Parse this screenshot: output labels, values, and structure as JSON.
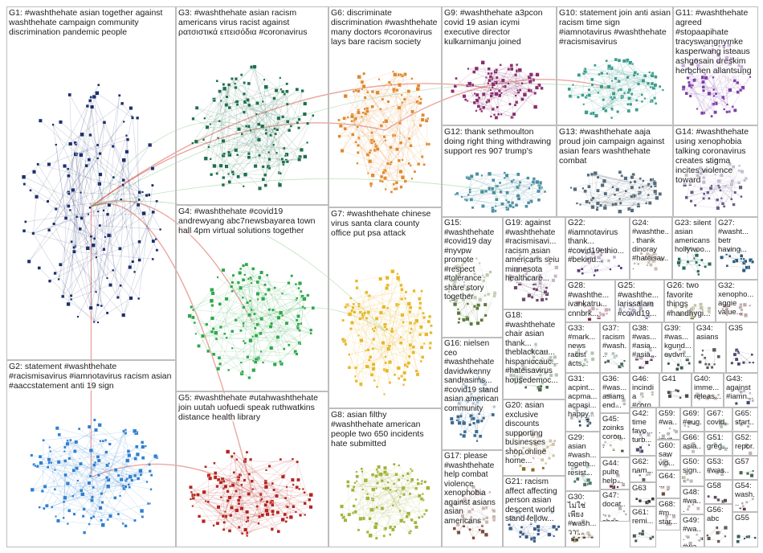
{
  "graph": {
    "groups": [
      {
        "id": "G1",
        "label": "G1: #washthehate asian together against washthehate campaign community discrimination pandemic people",
        "color": "#1d2f6b"
      },
      {
        "id": "G2",
        "label": "G2: statement #washthehate #racismisavirus #iamnotavirus racism asian #aaccstatement anti 19 sign",
        "color": "#2f7fd1"
      },
      {
        "id": "G3",
        "label": "G3: #washthehate asian racism americans virus racist against ρατσιστικά επεισόδια #coronavirus",
        "color": "#1f6f4d"
      },
      {
        "id": "G4",
        "label": "G4: #washthehate #covid19 andrewyang abc7newsbayarea town hall 4pm virtual solutions together",
        "color": "#2fa84a"
      },
      {
        "id": "G5",
        "label": "G5: #washthehate #utahwashthehate join uutah uofuedi speak ruthwatkins distance health library",
        "color": "#b5241f"
      },
      {
        "id": "G6",
        "label": "G6: discriminate discrimination #washthehate many doctors #coronavirus lays bare racism society",
        "color": "#e08a2e"
      },
      {
        "id": "G7",
        "label": "G7: #washthehate chinese virus santa clara county office put psa attack",
        "color": "#e6b82a"
      },
      {
        "id": "G8",
        "label": "G8: asian filthy #washthehate american people two 650 incidents hate submitted",
        "color": "#a3b23a"
      },
      {
        "id": "G9",
        "label": "G9: #washthehate a3pcon covid 19 asian icymi executive director kulkarnimanju joined",
        "color": "#8a2e6e"
      },
      {
        "id": "G10",
        "label": "G10: statement join anti asian racism time sign #iamnotavirus #washthehate #racismisavirus",
        "color": "#3a9c8c"
      },
      {
        "id": "G11",
        "label": "G11: #washthehate agreed #stopaapihate tracyswangnymke kasperwang isteaus ashgosain dreskim herbchen allantsung",
        "color": "#7e3fa8"
      },
      {
        "id": "G12",
        "label": "G12: thank sethmoulton doing right thing withdrawing support res 907 trump's",
        "color": "#4a8fa0"
      },
      {
        "id": "G13",
        "label": "G13: #washthehate aaja proud join campaign against asian fears washthehate combat",
        "color": "#556b7a"
      },
      {
        "id": "G14",
        "label": "G14: #washthehate using xenophobia talking coronavirus creates stigma incites violence toward",
        "color": "#6b5b8a"
      },
      {
        "id": "G15",
        "label": "G15: #washthehate #covid19 day #nyvpw promote #respect #tolerance share story together",
        "color": "#5a7a3a"
      },
      {
        "id": "G16",
        "label": "G16: nielsen ceo #washthehate davidwkenny sandrasims... #covid19 stand asian american community",
        "color": "#3d6b8f"
      },
      {
        "id": "G17",
        "label": "G17: please #washthehate help combat violence xenophobia against asians asian americans",
        "color": "#7a4a3a"
      },
      {
        "id": "G18",
        "label": "G18: #washthehate chair asian thank... theblackcau... hispaniccauc... #hateisavirus housedemoc...",
        "color": "#4a6a4a"
      },
      {
        "id": "G19",
        "label": "G19: against #washthehate #racismisavi... racism asian americans seiu minnesota healthcare...",
        "color": "#6a4a6a"
      },
      {
        "id": "G20",
        "label": "G20: asian exclusive discounts supporting businesses shop online home...",
        "color": "#8a6a2a"
      },
      {
        "id": "G21",
        "label": "G21: racism affect affecting person asian descent world stand fellow...",
        "color": "#3a5a8a"
      },
      {
        "id": "G22",
        "label": "G22: #iamnotavirus thank... #covid19ethio... #bekind...",
        "color": "#5a3a7a"
      },
      {
        "id": "G23",
        "label": "G23: silent asian americans hollywoo...",
        "color": "#2a6a5a"
      },
      {
        "id": "G24",
        "label": "G24: #washthe... thank dinoray #hateisav...",
        "color": "#7a5a3a"
      },
      {
        "id": "G25",
        "label": "G25: #washthe... larissalam #covid19...",
        "color": "#3a3a7a"
      },
      {
        "id": "G26",
        "label": "G26: two favorite things #handhygi...",
        "color": "#6a6a2a"
      },
      {
        "id": "G27",
        "label": "G27: #washt... betr having...",
        "color": "#2a5a7a"
      },
      {
        "id": "G28",
        "label": "G28: #washthe... ivankatru... cnnbrk...",
        "color": "#7a2a4a"
      },
      {
        "id": "G29",
        "label": "G29: asian #wash... togeth... resist...",
        "color": "#4a7a6a"
      },
      {
        "id": "G30",
        "label": "G30: ไม่ใช่เพียง #wash... วา ...",
        "color": "#5a4a2a"
      },
      {
        "id": "G31",
        "label": "G31: acpint... acpma... acpasi... happy...",
        "color": "#2a4a5a"
      },
      {
        "id": "G32",
        "label": "G32: xenopho... aggie value...",
        "color": "#6a2a2a"
      },
      {
        "id": "G33",
        "label": "G33: #mark... news racist acts...",
        "color": "#3a6a3a"
      },
      {
        "id": "G34",
        "label": "G34: asians",
        "color": "#5a5a5a"
      },
      {
        "id": "G35",
        "label": "G35",
        "color": "#4a4a6a"
      },
      {
        "id": "G36",
        "label": "G36: #was... asians end...",
        "color": "#6a4a4a"
      },
      {
        "id": "G37",
        "label": "G37: racism #wash...",
        "color": "#4a6a5a"
      },
      {
        "id": "G38",
        "label": "G38: #was... #asia... #asia...",
        "color": "#5a3a5a"
      },
      {
        "id": "G39",
        "label": "G39: #was... kgund... evdvn...",
        "color": "#3a5a4a"
      },
      {
        "id": "G40",
        "label": "G40: imme... releas...",
        "color": "#6a5a4a"
      },
      {
        "id": "G41",
        "label": "G41",
        "color": "#4a4a4a"
      },
      {
        "id": "G42",
        "label": "G42: time favo... turb...",
        "color": "#5a4a6a"
      },
      {
        "id": "G43",
        "label": "G43: against #iamn...",
        "color": "#3a4a6a"
      },
      {
        "id": "G44",
        "label": "G44: pulte help...",
        "color": "#6a3a4a"
      },
      {
        "id": "G45",
        "label": "G45: zoinks coron...",
        "color": "#4a5a3a"
      },
      {
        "id": "G46",
        "label": "G46: incindia #coro...",
        "color": "#5a6a4a"
      },
      {
        "id": "G47",
        "label": "G47: docat... shoe...",
        "color": "#3a3a5a"
      },
      {
        "id": "G48",
        "label": "G48: #wa... #wa...",
        "color": "#6a4a5a"
      },
      {
        "id": "G49",
        "label": "G49: #wa... #wa...",
        "color": "#4a3a4a"
      },
      {
        "id": "G50",
        "label": "G50: sign...",
        "color": "#5a5a3a"
      },
      {
        "id": "G51",
        "label": "G51: greg...",
        "color": "#3a6a6a"
      },
      {
        "id": "G52",
        "label": "G52: repor...",
        "color": "#6a3a3a"
      },
      {
        "id": "G53",
        "label": "G53: #was...",
        "color": "#4a4a5a"
      },
      {
        "id": "G54",
        "label": "G54: wash...",
        "color": "#5a3a4a"
      },
      {
        "id": "G55",
        "label": "G55",
        "color": "#3a5a5a"
      },
      {
        "id": "G56",
        "label": "G56: abc",
        "color": "#6a5a5a"
      },
      {
        "id": "G57",
        "label": "G57",
        "color": "#4a6a4a"
      },
      {
        "id": "G58",
        "label": "G58",
        "color": "#5a4a5a"
      },
      {
        "id": "G59",
        "label": "G59: #wa... invit...",
        "color": "#3a4a4a"
      },
      {
        "id": "G60",
        "label": "G60: saw vid...",
        "color": "#6a6a5a"
      },
      {
        "id": "G61",
        "label": "G61: remi...",
        "color": "#4a5a5a"
      },
      {
        "id": "G62",
        "label": "G62: nam...",
        "color": "#5a5a6a"
      },
      {
        "id": "G63",
        "label": "G63",
        "color": "#3a3a3a"
      },
      {
        "id": "G64",
        "label": "G64: ...",
        "color": "#6a4a3a"
      },
      {
        "id": "G65",
        "label": "G65: start...",
        "color": "#4a3a5a"
      },
      {
        "id": "G66",
        "label": "G66: asia...",
        "color": "#5a6a5a"
      },
      {
        "id": "G67",
        "label": "G67: covid...",
        "color": "#3a5a3a"
      },
      {
        "id": "G68",
        "label": "G68: #m... star...",
        "color": "#6a3a5a"
      },
      {
        "id": "G69",
        "label": "G69: #eug...",
        "color": "#4a4a3a"
      }
    ]
  }
}
